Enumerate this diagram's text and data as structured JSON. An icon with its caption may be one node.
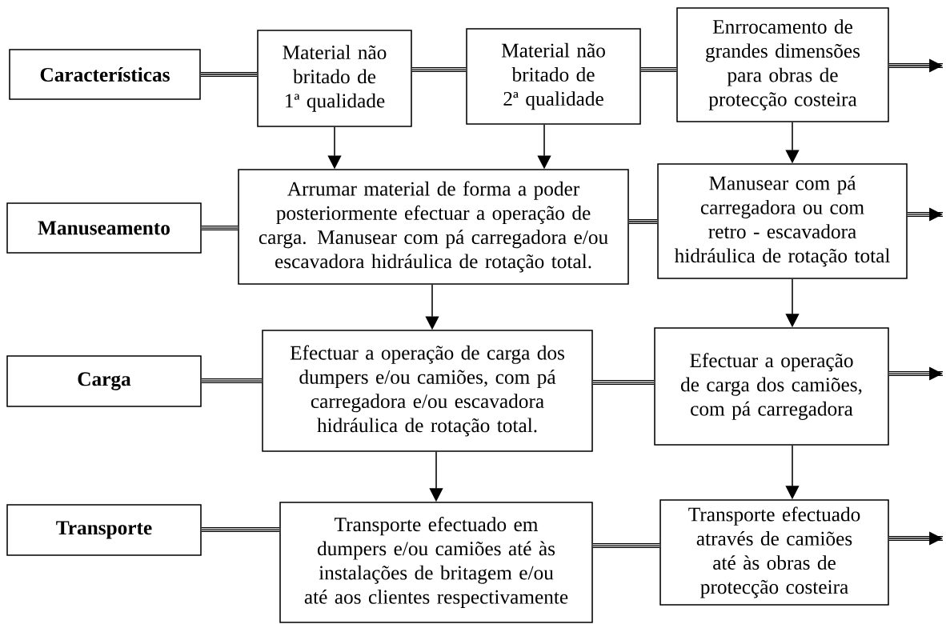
{
  "diagram": {
    "nodes": [
      {
        "text": [
          "Características"
        ]
      },
      {
        "text": [
          "Material não britado de 1ª qualidade"
        ]
      },
      {
        "text": [
          "Material não britado de 2ª qualidade"
        ]
      },
      {
        "text": [
          "Enrrocamento de grandes dimensões para obras de protecção costeira"
        ]
      },
      {
        "text": [
          "Manuseamento"
        ]
      },
      {
        "text": [
          "Arrumar material de forma a poder posteriormente efectuar a operação de carga. Manusear com pá carregadora e/ou escavadora hidráulica de rotação total."
        ]
      },
      {
        "text": [
          "Manusear com pá carregadora ou com retro - escavadora hidráulica de rotação total"
        ]
      },
      {
        "text": [
          "Carga"
        ]
      },
      {
        "text": [
          "Efectuar a operação de carga dos dumpers e/ou camiões, com pá carregadora e/ou escavadora hidráulica de rotação total."
        ]
      },
      {
        "text": [
          "Efectuar a operação de carga dos camiões, com pá carregadora"
        ]
      },
      {
        "text": [
          "Transporte"
        ]
      },
      {
        "text": [
          "Transporte efectuado em dumpers e/ou camiões até às instalações de britagem e/ou até aos clientes respectivamente"
        ]
      },
      {
        "text": [
          "Transporte efectuado através de camiões até às obras de protecção costeira"
        ]
      }
    ],
    "edges": [
      {
        "from": 0,
        "to": 1,
        "arrow": "none"
      },
      {
        "from": 1,
        "to": 2,
        "arrow": "none"
      },
      {
        "from": 2,
        "to": 3,
        "arrow": "none"
      },
      {
        "from": 3,
        "to": null,
        "arrow": "to"
      },
      {
        "from": 4,
        "to": 5,
        "arrow": "none"
      },
      {
        "from": 5,
        "to": 6,
        "arrow": "none"
      },
      {
        "from": 6,
        "to": null,
        "arrow": "to"
      },
      {
        "from": 7,
        "to": 8,
        "arrow": "none"
      },
      {
        "from": 8,
        "to": 9,
        "arrow": "none"
      },
      {
        "from": 9,
        "to": null,
        "arrow": "to"
      },
      {
        "from": 10,
        "to": 11,
        "arrow": "none"
      },
      {
        "from": 11,
        "to": 12,
        "arrow": "none"
      },
      {
        "from": 12,
        "to": null,
        "arrow": "to"
      },
      {
        "from": 1,
        "to": 5,
        "arrow": "to"
      },
      {
        "from": 2,
        "to": 5,
        "arrow": "to"
      },
      {
        "from": 3,
        "to": 6,
        "arrow": "to"
      },
      {
        "from": 5,
        "to": 8,
        "arrow": "to"
      },
      {
        "from": 6,
        "to": 9,
        "arrow": "to"
      },
      {
        "from": 8,
        "to": 11,
        "arrow": "to"
      },
      {
        "from": 9,
        "to": 12,
        "arrow": "to"
      }
    ]
  }
}
